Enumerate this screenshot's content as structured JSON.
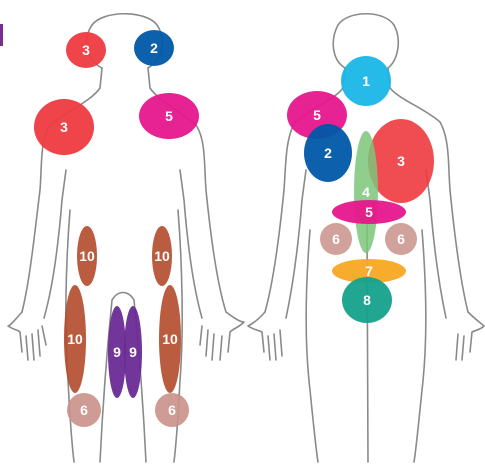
{
  "colors": {
    "outline": "#8a8a8a",
    "corner_mark": "#7b2d8e",
    "zone_1": "#1ab6e8",
    "zone_2": "#0059a8",
    "zone_3": "#ee3a3f",
    "zone_4": "#7cc57a",
    "zone_5": "#e6168c",
    "zone_6": "#c9908a",
    "zone_7": "#f7a823",
    "zone_8": "#14a18b",
    "zone_9": "#6a2a93",
    "zone_10": "#b24a2b",
    "label": "#ffffff"
  },
  "front_view": {
    "zones": [
      {
        "name": "zone-head-left",
        "label": "3",
        "color_key": "zone_3"
      },
      {
        "name": "zone-head-right",
        "label": "2",
        "color_key": "zone_2"
      },
      {
        "name": "zone-shoulder-left",
        "label": "3",
        "color_key": "zone_3"
      },
      {
        "name": "zone-shoulder-right",
        "label": "5",
        "color_key": "zone_5"
      },
      {
        "name": "zone-thigh-outer-left",
        "label": "10",
        "color_key": "zone_10"
      },
      {
        "name": "zone-thigh-outer-right",
        "label": "10",
        "color_key": "zone_10"
      },
      {
        "name": "zone-shin-left",
        "label": "10",
        "color_key": "zone_10"
      },
      {
        "name": "zone-shin-right",
        "label": "10",
        "color_key": "zone_10"
      },
      {
        "name": "zone-inner-leg-left",
        "label": "9",
        "color_key": "zone_9"
      },
      {
        "name": "zone-inner-leg-right",
        "label": "9",
        "color_key": "zone_9"
      },
      {
        "name": "zone-ankle-left",
        "label": "6",
        "color_key": "zone_6"
      },
      {
        "name": "zone-ankle-right",
        "label": "6",
        "color_key": "zone_6"
      }
    ]
  },
  "back_view": {
    "zones": [
      {
        "name": "zone-neck",
        "label": "1",
        "color_key": "zone_1"
      },
      {
        "name": "zone-back-shoulder",
        "label": "5",
        "color_key": "zone_5"
      },
      {
        "name": "zone-back-left",
        "label": "2",
        "color_key": "zone_2"
      },
      {
        "name": "zone-back-right",
        "label": "3",
        "color_key": "zone_3"
      },
      {
        "name": "zone-spine",
        "label": "4",
        "color_key": "zone_4"
      },
      {
        "name": "zone-waist",
        "label": "5",
        "color_key": "zone_5"
      },
      {
        "name": "zone-hip-left",
        "label": "6",
        "color_key": "zone_6"
      },
      {
        "name": "zone-hip-right",
        "label": "6",
        "color_key": "zone_6"
      },
      {
        "name": "zone-lower-back",
        "label": "7",
        "color_key": "zone_7"
      },
      {
        "name": "zone-buttocks",
        "label": "8",
        "color_key": "zone_8"
      }
    ]
  }
}
